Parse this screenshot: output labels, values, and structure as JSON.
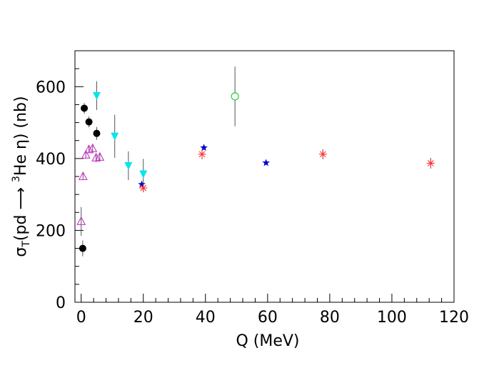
{
  "chart_data": {
    "type": "scatter",
    "title": "",
    "xlabel": "Q (MeV)",
    "ylabel_parts": {
      "sigma": "σ",
      "sub": "T",
      "body": "(pd ⟶ ",
      "sup": "3",
      "body2": "He η) (nb)"
    },
    "xlim": [
      -2,
      120
    ],
    "ylim": [
      0,
      700
    ],
    "xticks": [
      0,
      20,
      40,
      60,
      80,
      100,
      120
    ],
    "yticks": [
      0,
      200,
      400,
      600
    ],
    "grid": false,
    "series": [
      {
        "marker": "filled-circle",
        "color": "#000000",
        "points": [
          {
            "x": 0.5,
            "y": 150,
            "err": 22
          },
          {
            "x": 1.0,
            "y": 540,
            "err": 15
          },
          {
            "x": 2.5,
            "y": 502,
            "err": 15
          },
          {
            "x": 5.0,
            "y": 470,
            "err": 18
          }
        ]
      },
      {
        "marker": "open-triangle",
        "color": "#cc33cc",
        "points": [
          {
            "x": 0.0,
            "y": 225,
            "err": 40
          },
          {
            "x": 0.6,
            "y": 350,
            "err": 10
          },
          {
            "x": 1.5,
            "y": 410,
            "err": 10
          },
          {
            "x": 2.5,
            "y": 425,
            "err": 10
          },
          {
            "x": 3.7,
            "y": 428,
            "err": 12
          },
          {
            "x": 4.8,
            "y": 402,
            "err": 12
          },
          {
            "x": 6.0,
            "y": 404,
            "err": 12
          }
        ]
      },
      {
        "marker": "filled-down-triangle",
        "color": "#00e5ee",
        "points": [
          {
            "x": 5.0,
            "y": 575,
            "err": 40
          },
          {
            "x": 10.8,
            "y": 462,
            "err": 60
          },
          {
            "x": 15.2,
            "y": 380,
            "err": 40
          },
          {
            "x": 20.0,
            "y": 357,
            "err": 42
          }
        ]
      },
      {
        "marker": "filled-star",
        "color": "#0000cc",
        "points": [
          {
            "x": 19.5,
            "y": 328,
            "err": 0
          },
          {
            "x": 39.5,
            "y": 430,
            "err": 0
          },
          {
            "x": 59.5,
            "y": 388,
            "err": 0
          }
        ]
      },
      {
        "marker": "asterisk",
        "color": "#ff3333",
        "points": [
          {
            "x": 20.0,
            "y": 318,
            "err": 12
          },
          {
            "x": 38.9,
            "y": 412,
            "err": 14
          },
          {
            "x": 77.8,
            "y": 412,
            "err": 14
          },
          {
            "x": 112.5,
            "y": 387,
            "err": 15
          }
        ]
      },
      {
        "marker": "open-circle",
        "color": "#33cc33",
        "points": [
          {
            "x": 49.5,
            "y": 573,
            "err": 83
          }
        ]
      }
    ]
  }
}
